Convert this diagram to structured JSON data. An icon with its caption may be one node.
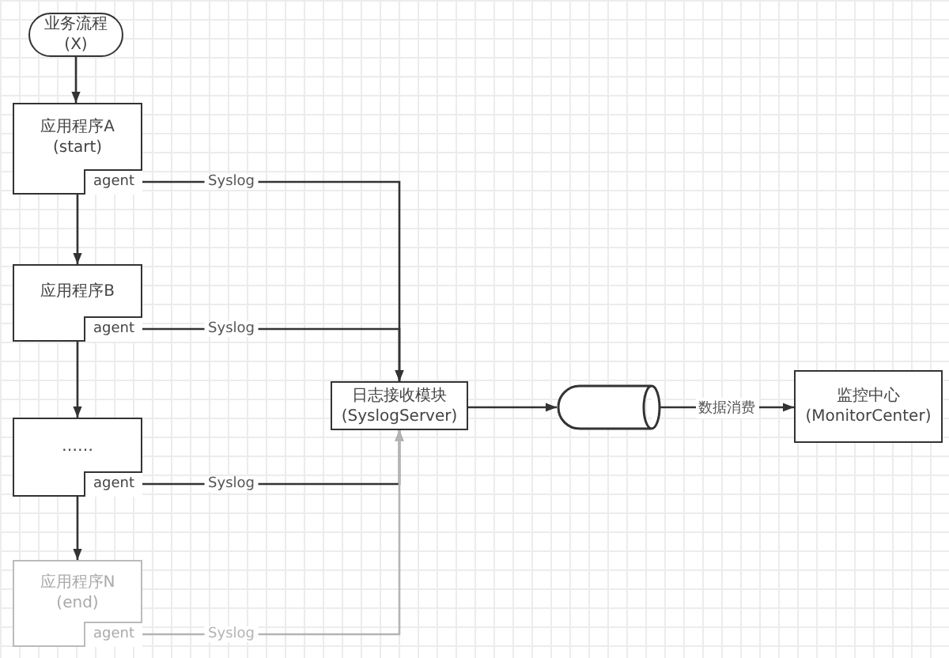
{
  "diagram": {
    "nodes": [
      {
        "text": [
          "业务流程 (X)"
        ]
      },
      {
        "text": [
          "应用程序A (start)"
        ]
      },
      {
        "text": [
          "agent"
        ],
        "in": 1
      },
      {
        "text": [
          "应用程序B"
        ]
      },
      {
        "text": [
          "agent"
        ],
        "in": 3
      },
      {
        "text": [
          "……"
        ]
      },
      {
        "text": [
          "agent"
        ],
        "in": 5
      },
      {
        "text": [
          "应用程序N (end)"
        ]
      },
      {
        "text": [
          "agent"
        ],
        "in": 7
      },
      {
        "text": [
          "日志接收模块 (SyslogServer)"
        ]
      },
      {
        "text": [],
        "shape": "cylinder"
      },
      {
        "text": [
          "监控中心 (MonitorCenter)"
        ]
      }
    ],
    "edges": [
      {
        "from": 0,
        "to": 1,
        "arrow": "to"
      },
      {
        "from": 1,
        "to": 3,
        "arrow": "to"
      },
      {
        "from": 3,
        "to": 5,
        "arrow": "to"
      },
      {
        "from": 5,
        "to": 7,
        "arrow": "to"
      },
      {
        "from": 2,
        "to": 9,
        "label": "Syslog",
        "arrow": "to"
      },
      {
        "from": 4,
        "to": 9,
        "label": "Syslog",
        "arrow": "to"
      },
      {
        "from": 6,
        "to": 9,
        "label": "Syslog",
        "arrow": "to"
      },
      {
        "from": 8,
        "to": 9,
        "label": "Syslog",
        "arrow": "to",
        "color": "#b4b4b4"
      },
      {
        "from": 9,
        "to": 10,
        "arrow": "to"
      },
      {
        "from": 10,
        "to": 11,
        "label": "数据消费",
        "arrow": "to"
      }
    ]
  }
}
